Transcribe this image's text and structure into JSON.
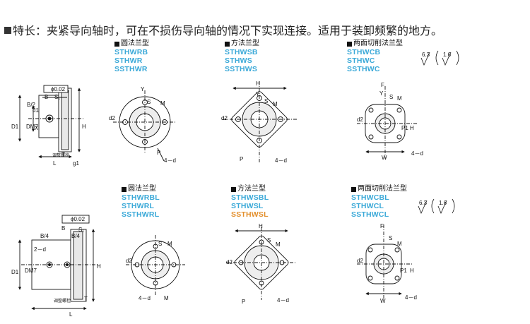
{
  "headline": "特长：夹紧导向轴时，可在不损伤导向轴的情况下实现连接。适用于装卸频繁的地方。",
  "top_sections": [
    {
      "title": "圆法兰型",
      "models": [
        "STHWRB",
        "STHWR",
        "SSTHWR"
      ]
    },
    {
      "title": "方法兰型",
      "models": [
        "STHWSB",
        "STHWS",
        "SSTHWS"
      ]
    },
    {
      "title": "两面切削法兰型",
      "models": [
        "STHWCB",
        "STHWC",
        "SSTHWC"
      ]
    }
  ],
  "bottom_sections": [
    {
      "title": "圆法兰型",
      "models": [
        "STHWRBL",
        "STHWRL",
        "SSTHWRL"
      ]
    },
    {
      "title": "方法兰型",
      "models": [
        "STHWSBL",
        "STHWSL",
        "SSTHWSL"
      ]
    },
    {
      "title": "两面切削法兰型",
      "models": [
        "STHWCBL",
        "STHWCL",
        "SSTHWCL"
      ]
    }
  ],
  "dims_top_side": {
    "tol": "ϕ0.02",
    "b": "B",
    "s1": "S₁",
    "b2": "B/2",
    "d1": "d1",
    "D1": "D1",
    "dm7": "DM7",
    "x": "X",
    "h": "H",
    "l": "L",
    "t": "T",
    "g1": "g1",
    "clamp": "调整螺栓"
  },
  "dims_bottom_side": {
    "tol": "ϕ0.02",
    "b": "B",
    "b4a": "B/4",
    "b4b": "B/4",
    "s1": "S₁",
    "twod": "2－d",
    "D1": "D1",
    "dm7": "DM7",
    "h": "H",
    "l": "L",
    "t": "T",
    "clamp": "调整螺栓"
  },
  "dims_views": {
    "y": "Y",
    "s": "S",
    "m": "M",
    "d2": "d2",
    "p": "P",
    "fourd": "4－d",
    "h": "H",
    "f": "F",
    "p1": "P1",
    "w": "W"
  },
  "finish": {
    "a": "6.3",
    "b": "1.6"
  }
}
